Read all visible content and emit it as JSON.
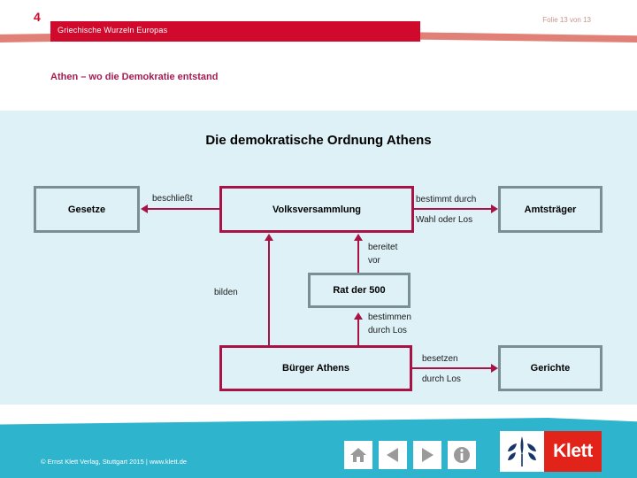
{
  "header": {
    "chapter_number": "4",
    "band_title": "Griechische Wurzeln Europas",
    "slide_counter": "Folie 13 von 13",
    "band_color": "#cf0a2c",
    "swoosh_color": "#e08076"
  },
  "subtitle": "Athen – wo die Demokratie entstand",
  "content": {
    "title": "Die demokratische Ordnung Athens",
    "background_color": "#ddf1f7"
  },
  "diagram": {
    "nodes": [
      {
        "id": "gesetze",
        "label": "Gesetze",
        "border": "gray"
      },
      {
        "id": "volks",
        "label": "Volksversammlung",
        "border": "red"
      },
      {
        "id": "amts",
        "label": "Amtsträger",
        "border": "gray"
      },
      {
        "id": "rat",
        "label": "Rat der 500",
        "border": "gray"
      },
      {
        "id": "buerger",
        "label": "Bürger Athens",
        "border": "red"
      },
      {
        "id": "gerichte",
        "label": "Gerichte",
        "border": "gray"
      }
    ],
    "edge_labels": {
      "beschliesst": "beschließt",
      "bestimmt_durch": "bestimmt durch",
      "wahl_oder_los": "Wahl oder Los",
      "bereitet": "bereitet",
      "vor": "vor",
      "bilden": "bilden",
      "bestimmen": "bestimmen",
      "durch_los": "durch Los",
      "besetzen": "besetzen",
      "besetzen_durch_los": "durch Los"
    },
    "line_color": "#a81245",
    "gray_border_color": "#7a8f93"
  },
  "footer": {
    "copyright": "© Ernst Klett Verlag, Stuttgart 2015 | www.klett.de",
    "background_color": "#2fb4ce",
    "nav": [
      {
        "name": "home-icon",
        "title": "Home"
      },
      {
        "name": "back-icon",
        "title": "Zurück"
      },
      {
        "name": "forward-icon",
        "title": "Weiter"
      },
      {
        "name": "info-icon",
        "title": "Info"
      }
    ],
    "logo": {
      "word": "Klett",
      "word_bg": "#e2231a",
      "mark_color": "#16356b"
    }
  }
}
